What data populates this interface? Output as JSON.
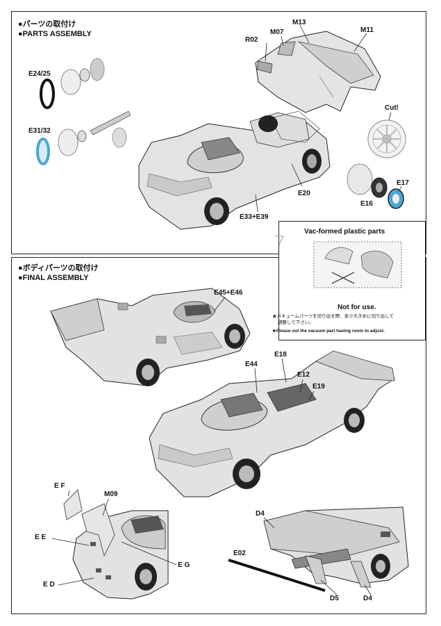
{
  "parts_assembly": {
    "title_jp": "●パーツの取付け",
    "title_en": "●PARTS ASSEMBLY",
    "labels": {
      "m13": "M13",
      "r02": "R02",
      "m07": "M07",
      "m11": "M11",
      "e24_25": "E24/25",
      "e31_32": "E31/32",
      "cut": "Cut!",
      "e17": "E17",
      "e16": "E16",
      "e20": "E20",
      "e33_e39": "E33+E39"
    }
  },
  "vac_formed": {
    "title": "Vac-formed plastic parts",
    "not_for_use": "Not for use.",
    "note_jp_1": "★バキュームパーツを切り出す際、多少大きめに切り出して",
    "note_jp_2": "調整して下さい。",
    "note_en": "★Please out the vacuum part having room to adjust."
  },
  "final_assembly": {
    "title_jp": "●ボディパーツの取付け",
    "title_en": "●FINAL ASSEMBLY",
    "labels": {
      "e45_e46": "E45+E46",
      "e44": "E44",
      "e18": "E18",
      "e12": "E12",
      "e19": "E19",
      "ef": "E F",
      "m09": "M09",
      "ee": "E E",
      "eg": "E G",
      "ed": "E D",
      "d4_top": "D4",
      "e02": "E02",
      "d5": "D5",
      "d4_bottom": "D4"
    }
  },
  "colors": {
    "body_fill": "#e2e2e2",
    "body_shade": "#bdbdbd",
    "line": "#222222",
    "blue_part": "#4aa6d6"
  }
}
